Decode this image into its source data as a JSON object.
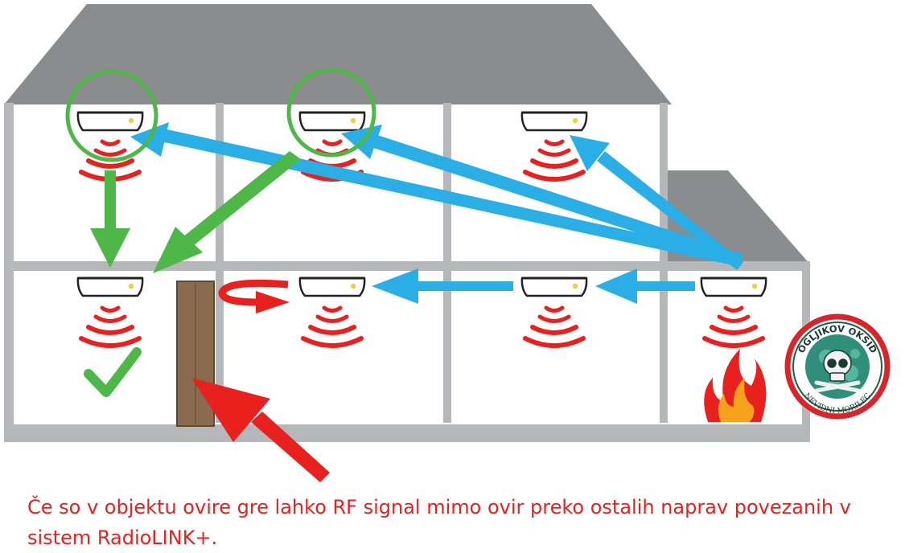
{
  "caption": {
    "line1": "Če so v objektu ovire gre lahko RF signal mimo ovir preko ostalih naprav povezanih v",
    "line2": "sistem RadioLINK+."
  },
  "badge": {
    "top_text": "OGLJIKOV OKSID",
    "bottom_text": "NEVIDNI MORILEC",
    "icon": "skull-icon"
  },
  "colors": {
    "signal_arrow": "#29aee6",
    "relay_arrow": "#4db748",
    "obstacle_arrow": "#e8211f",
    "waves": "#e8211f",
    "roof": "#8a8c8e",
    "wall": "#b5b7b9",
    "cabinet": "#8b6b4d",
    "badge_ring": "#d9252a",
    "badge_fill": "#2f8f7a"
  },
  "alarms": {
    "top_floor": [
      "alarm-top-left",
      "alarm-top-middle",
      "alarm-top-right"
    ],
    "bottom_floor": [
      "alarm-bottom-left",
      "alarm-bottom-middle",
      "alarm-bottom-right",
      "alarm-source-annex"
    ]
  }
}
